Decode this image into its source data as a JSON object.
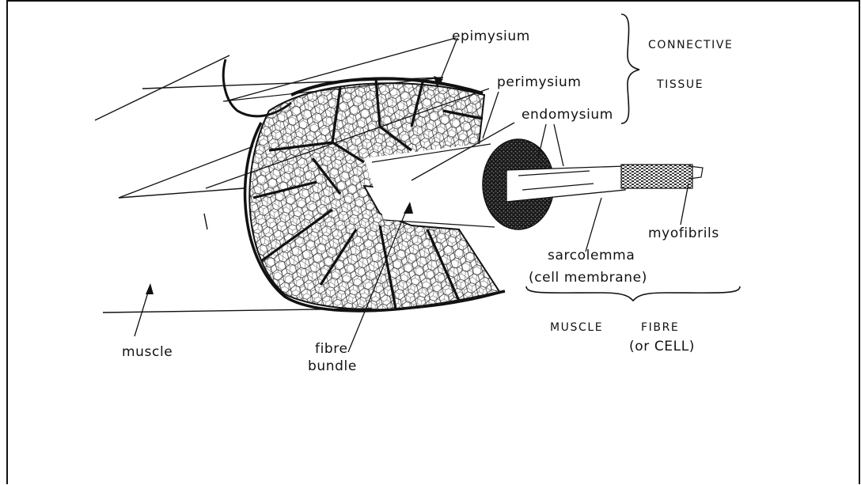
{
  "diagram": {
    "labels": {
      "epimysium": "epimysium",
      "perimysium": "perimysium",
      "endomysium": "endomysium",
      "connective": "CONNECTIVE",
      "tissue": "TISSUE",
      "myofibrils": "myofibrils",
      "sarcolemma": "sarcolemma",
      "cell_membrane": "(cell membrane)",
      "muscle": "muscle",
      "fibre": "fibre",
      "bundle": "bundle",
      "muscle_word": "MUSCLE",
      "fibre_word": "FIBRE",
      "or_cell": "(or CELL)"
    }
  }
}
